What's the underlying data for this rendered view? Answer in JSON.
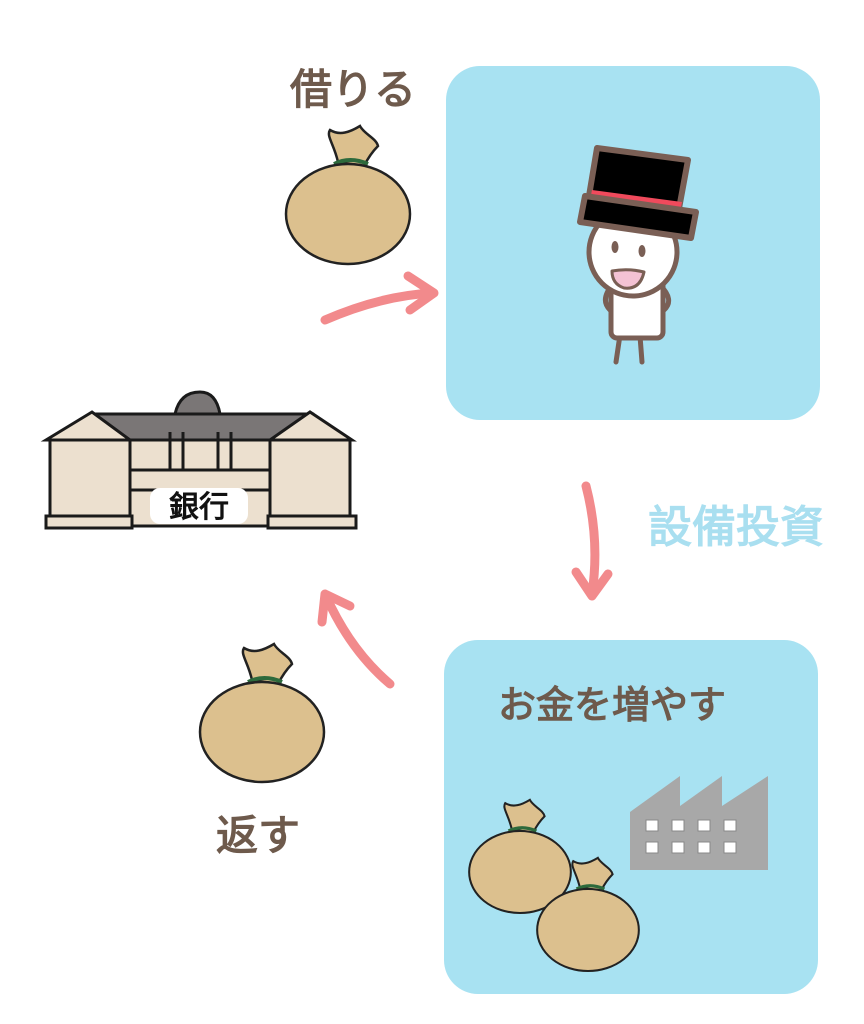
{
  "labels": {
    "borrow": "借りる",
    "investment": "設備投資",
    "increase_money": "お金を増やす",
    "return": "返す",
    "bank_sign": "銀行"
  },
  "colors": {
    "panel": "#a8e2f2",
    "text_brown": "#6e5a4c",
    "text_blue": "#a9dff0",
    "arrow": "#f28a8c",
    "bag": "#dcc08e",
    "building": "#ece0cf",
    "roof": "#7a7676",
    "factory": "#a8a8a8"
  }
}
